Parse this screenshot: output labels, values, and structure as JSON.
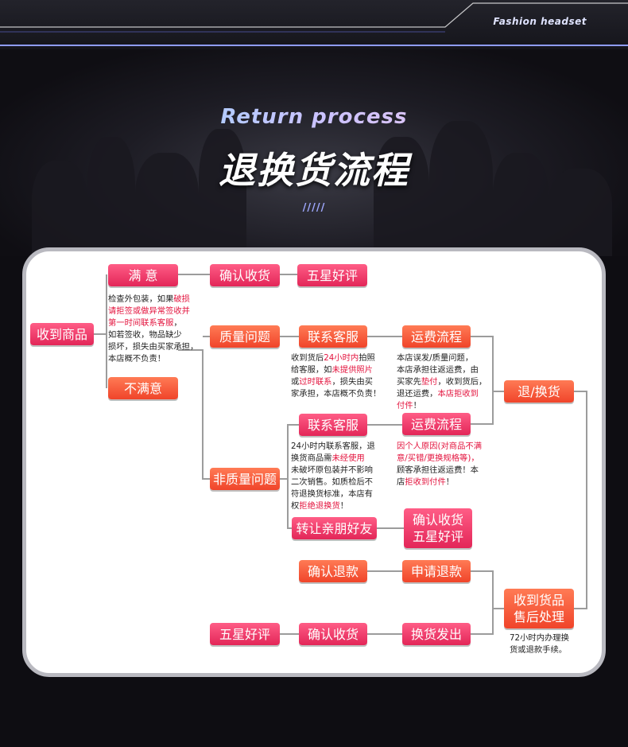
{
  "header": {
    "label": "Fashion headset"
  },
  "titles": {
    "en": "Return process",
    "cn": "退换货流程",
    "decor": "/////"
  },
  "boxes": {
    "receive": "收到商品",
    "satisfied": "满 意",
    "confirm_top": "确认收货",
    "five_star_top": "五星好评",
    "unsatisfied": "不满意",
    "quality": "质量问题",
    "service1": "联系客服",
    "freight1": "运费流程",
    "return_exchange": "退/换货",
    "service2": "联系客服",
    "freight2": "运费流程",
    "non_quality": "非质量问题",
    "transfer": "转让亲朋好友",
    "confirm_mid_1": "确认收货",
    "confirm_mid_2": "五星好评",
    "confirm_refund": "确认退款",
    "apply_refund": "申请退款",
    "aftersale_1": "收到货品",
    "aftersale_2": "售后处理",
    "five_star_bottom": "五星好评",
    "confirm_bottom": "确认收货",
    "exchange_ship": "换货发出"
  },
  "notes": {
    "unsatisfied": {
      "l1a": "检查外包装，如果",
      "l1b": "破损",
      "l2": "请拒签或做异常签收并",
      "l3": "第一时间联系客服",
      "l3b": "，",
      "l4": "如若签收，物品缺少",
      "l5": "损坏，损失由买家承担，",
      "l6": "本店概不负责！"
    },
    "quality_service": {
      "l1a": "收到货后",
      "l1b": "24小时内",
      "l1c": "拍照",
      "l2a": "给客服，如",
      "l2b": "未提供照片",
      "l3a": "或",
      "l3b": "过时联系",
      "l3c": "，损失由买",
      "l4": "家承担，本店概不负责！"
    },
    "quality_freight": {
      "l1": "本店误发/质量问题，",
      "l2": "本店承担往返运费，由",
      "l3a": "买家先",
      "l3b": "垫付",
      "l3c": "，收到货后，",
      "l4a": "退还运费，",
      "l4b": "本店拒收到",
      "l5": "付件",
      "l5b": "！"
    },
    "non_quality_service": {
      "l1": "24小时内联系客服，退",
      "l2a": "换货商品需",
      "l2b": "未经使用",
      "l3": "未破坏原包装并不影响",
      "l4": "二次销售。如质检后不",
      "l5": "符退换货标准，本店有",
      "l6a": "权",
      "l6b": "拒绝退换货",
      "l6c": "！"
    },
    "non_quality_freight": {
      "l1": "因个人原因(对商品不满",
      "l2": "意/买错/更换规格等)，",
      "l3": "顾客承担往返运费！本",
      "l4a": "店",
      "l4b": "拒收到付件",
      "l4c": "！"
    },
    "aftersale": {
      "l1": "72小时内办理换",
      "l2": "货或退款手续。"
    }
  }
}
